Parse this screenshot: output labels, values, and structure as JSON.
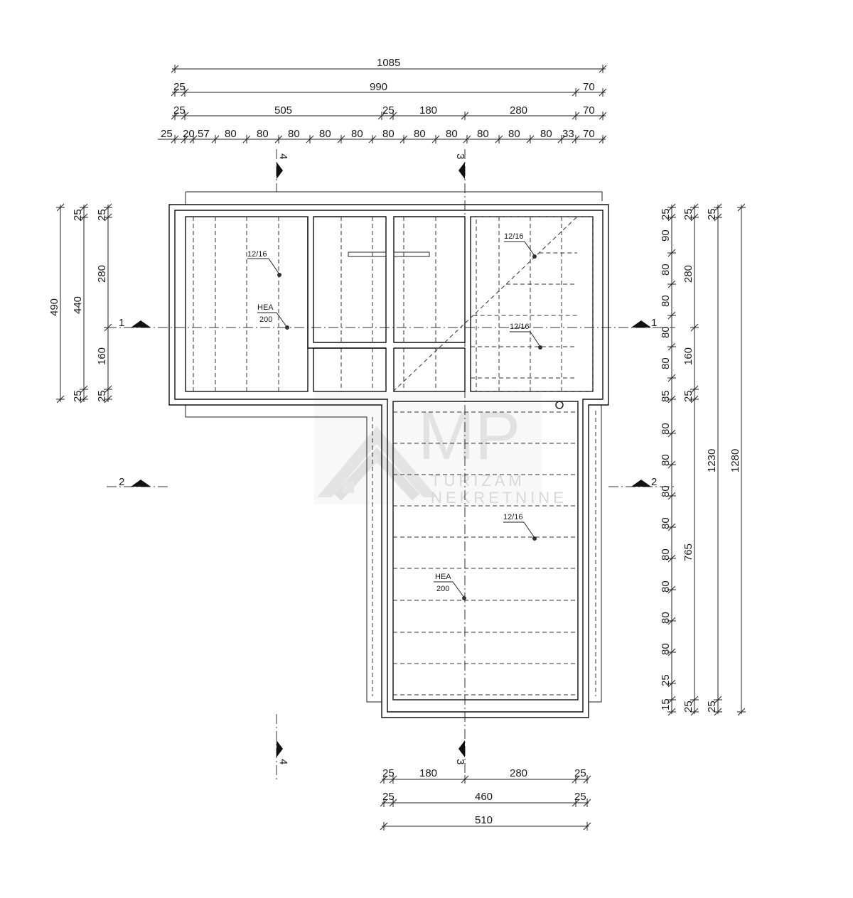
{
  "top_dimensions": {
    "row1": [
      "1085"
    ],
    "row2": [
      "25",
      "990",
      "70"
    ],
    "row3": [
      "25",
      "505",
      "25",
      "180",
      "280",
      "70"
    ],
    "row4": [
      "25",
      "20",
      "57",
      "80",
      "80",
      "80",
      "80",
      "80",
      "80",
      "80",
      "80",
      "80",
      "80",
      "80",
      "33",
      "70"
    ]
  },
  "bottom_dimensions": {
    "row1": [
      "25",
      "180",
      "280",
      "25"
    ],
    "row2": [
      "25",
      "460",
      "25"
    ],
    "row3": [
      "510"
    ]
  },
  "left_dimensions": {
    "outer": [
      "490"
    ],
    "middle": [
      "25",
      "440",
      "25"
    ],
    "inner": [
      "25",
      "280",
      "160",
      "25"
    ]
  },
  "right_dimensions": {
    "inner": [
      "25",
      "90",
      "80",
      "80",
      "80",
      "80",
      "85",
      "80",
      "80",
      "80",
      "80",
      "80",
      "80",
      "80",
      "80",
      "25",
      "15"
    ],
    "second": [
      "25",
      "280",
      "160",
      "25",
      "765",
      "25"
    ],
    "third": [
      "25",
      "1230",
      "25"
    ],
    "outer": [
      "1280"
    ]
  },
  "section_markers": {
    "s1": "1",
    "s2": "2",
    "s3": "3",
    "s4": "4"
  },
  "annotations": {
    "beam_a": "12/16",
    "beam_b": "12/16",
    "beam_c": "12/16",
    "beam_d": "12/16",
    "hea_1_top": "HEA",
    "hea_1_bottom": "200",
    "hea_2_top": "HEA",
    "hea_2_bottom": "200"
  },
  "watermark": {
    "logo": "MP",
    "line1": "TURIZAM",
    "line2": "NEKRETNINE"
  }
}
